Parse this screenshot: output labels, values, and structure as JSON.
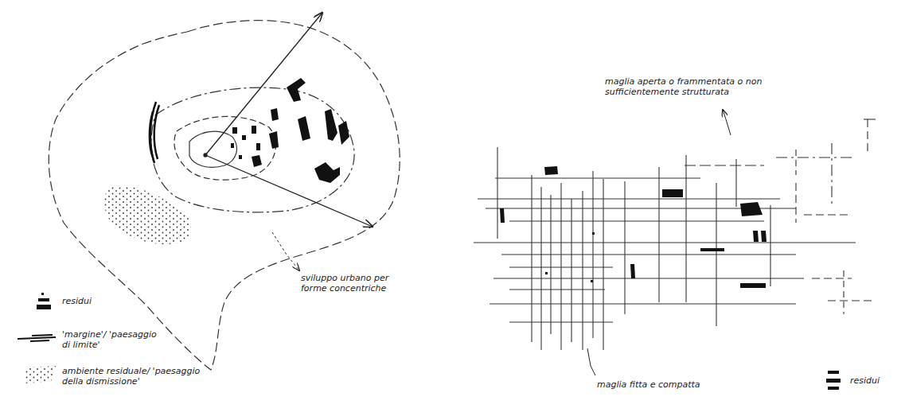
{
  "diagram": {
    "labels": [
      "sviluppo urbano per forme concentriche",
      "maglia aperta o frammentata o non sufficientemente strutturata",
      "maglia fitta e compatta"
    ],
    "legend": [
      {
        "text": "residui"
      },
      {
        "text": "'margine'/ 'paesaggio di limite'"
      },
      {
        "text": "ambiente residuale/ 'paesaggio della dismissione'"
      },
      {
        "text": "residui"
      }
    ]
  }
}
